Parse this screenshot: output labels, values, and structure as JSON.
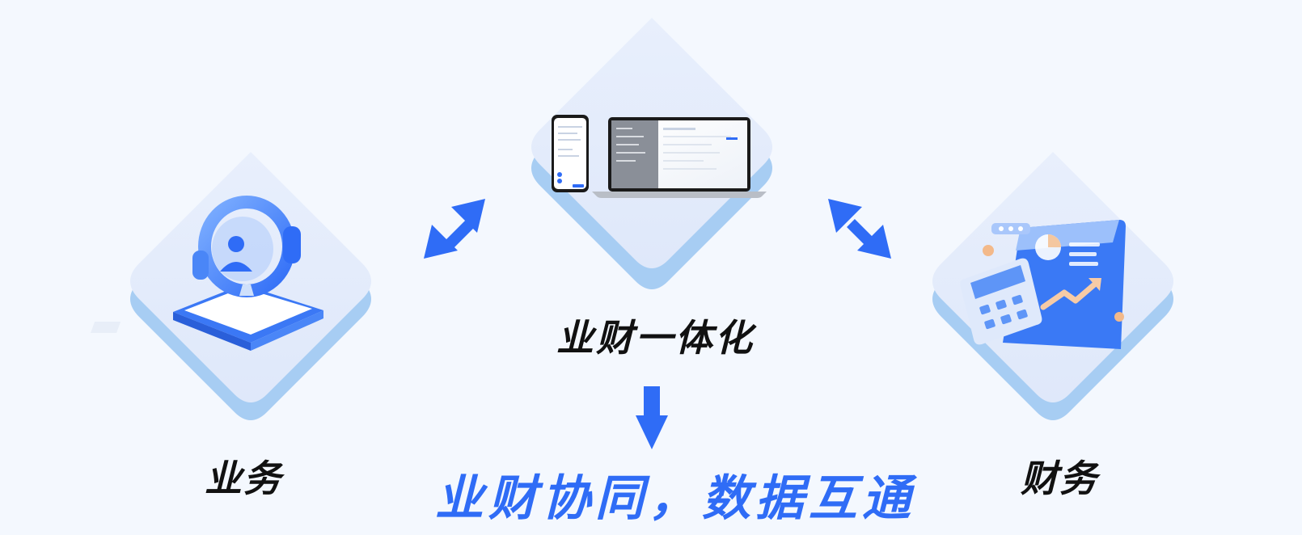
{
  "labels": {
    "business": "业务",
    "center": "业财一体化",
    "finance": "财务"
  },
  "slogan": "业财协同，数据互通",
  "colors": {
    "background": "#f4f8fe",
    "tile_face": "#e3ebfb",
    "tile_shadow": "#a7cdf3",
    "arrow": "#2f6cf6",
    "slogan": "#2f6cf6",
    "label": "#111111"
  },
  "icons": {
    "business": "customer-service-headset-icon",
    "center": "phone-and-laptop-icon",
    "finance": "calculator-report-chart-icon"
  }
}
